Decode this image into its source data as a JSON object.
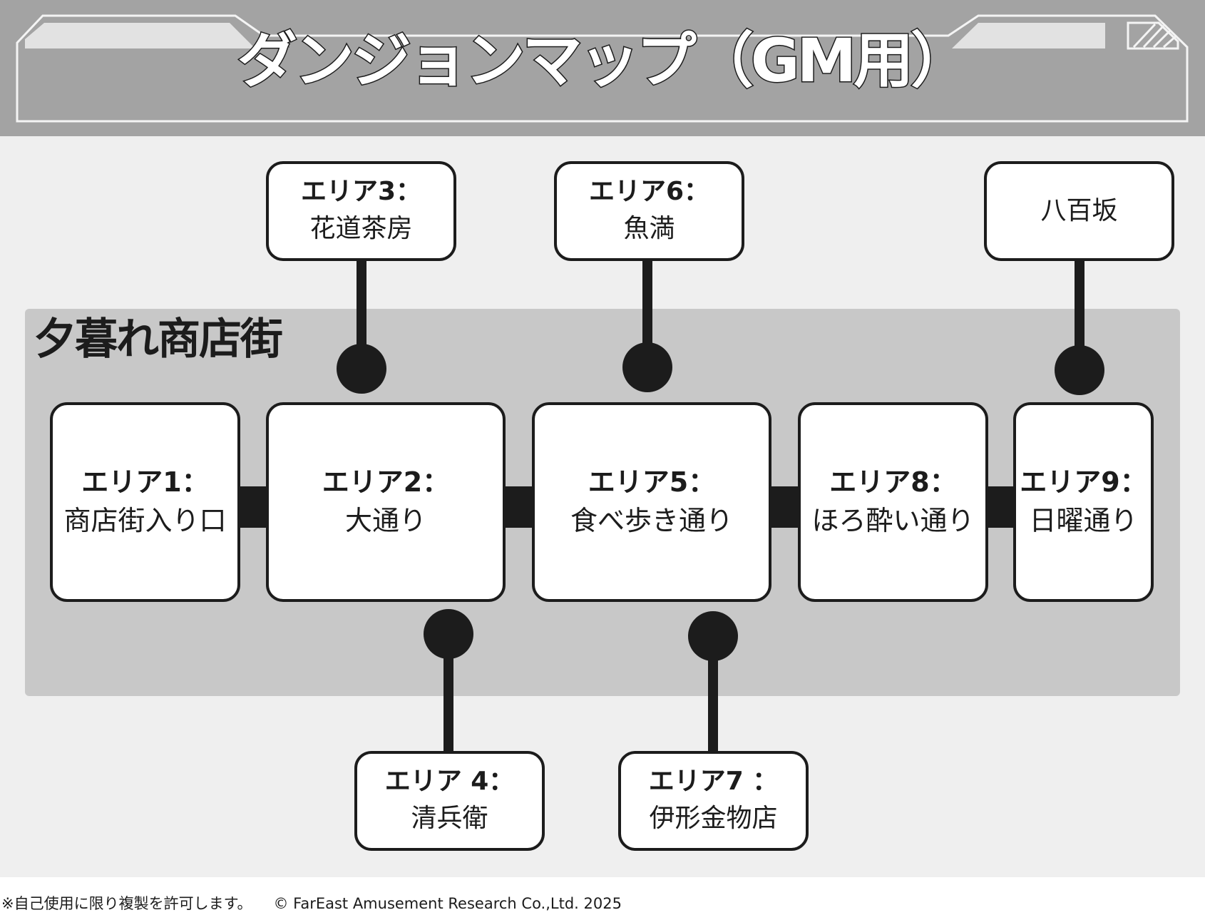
{
  "header": {
    "title": "ダンジョンマップ（GM用）"
  },
  "area": {
    "title": "夕暮れ商店街"
  },
  "nodes": {
    "a1": {
      "label": "エリア1：",
      "name": "商店街入り口"
    },
    "a2": {
      "label": "エリア2：",
      "name": "大通り"
    },
    "a3": {
      "label": "エリア3：",
      "name": "花道茶房"
    },
    "a4": {
      "label": "エリア 4：",
      "name": "清兵衛"
    },
    "a5": {
      "label": "エリア5：",
      "name": "食べ歩き通り"
    },
    "a6": {
      "label": "エリア6：",
      "name": "魚満"
    },
    "a7": {
      "label": "エリア7 ：",
      "name": "伊形金物店"
    },
    "a8": {
      "label": "エリア8：",
      "name": "ほろ酔い通り"
    },
    "a9": {
      "label": "エリア9：",
      "name": "日曜通り"
    },
    "yaoya": {
      "label": "",
      "name": "八百坂"
    }
  },
  "footer": {
    "notice": "※自己使用に限り複製を許可します。",
    "copyright": "© FarEast Amusement Research Co.,Ltd. 2025"
  },
  "colors": {
    "header_bg": "#a3a3a3",
    "area_bg": "#c8c8c8",
    "page_bg": "#efefef",
    "ink": "#1c1c1c"
  }
}
